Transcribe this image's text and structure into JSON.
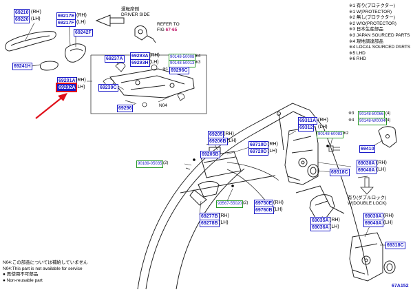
{
  "legend": [
    "※1 有り(プロテクター)",
    "※1 W(PROTECTOR)",
    "※2 無し(プロテクター)",
    "※2 W/O(PROTECTOR)",
    "※3 日本生産部品",
    "※3 JAPAN SOURCED PARTS",
    "※4 現地調達部品",
    "※4 LOCAL SOURCED PARTS",
    "※5 LHD",
    "※6 RHD"
  ],
  "driver_side": {
    "jp": "運転席側",
    "en": "DRIVER SIDE",
    "refer": "REFER TO",
    "fig_prefix": "FIG",
    "fig_ref": "67-65"
  },
  "parts": {
    "p69210": "69210",
    "p69210_sfx": "(RH)",
    "p69220": "69220",
    "p69220_sfx": "(LH)",
    "p69217E": "69217E",
    "p69217E_sfx": "(RH)",
    "p69217F": "69217F",
    "p69217F_sfx": "(LH)",
    "p69242F": "69242F",
    "p69241H": "69241H",
    "p69201A": "69201A",
    "p69201A_sfx": "(RH)",
    "p69202A": "69202A",
    "p69202A_sfx": "(LH)",
    "p69237A": "69237A",
    "p69293A": "69293A",
    "p69293A_sfx": "(RH)",
    "p69293H": "69293H",
    "p69293H_sfx": "(LH)",
    "p90148_500M": "90148-50008",
    "p90148_500M_sfx": "※4",
    "p90148_500N": "90148-50013",
    "p90148_500N_sfx": "※3",
    "p69296C_mark": "※1",
    "p69296C": "69296C",
    "p69239C": "69239C",
    "p69296": "69296",
    "n04_mark": "N04",
    "p69311A": "69311A",
    "p69311A_sfx": "(RH)",
    "p69312": "69312",
    "p69312_sfx": "(LH)",
    "p90148_600K": "90148-60083",
    "p90148_600K_sfx": "※2",
    "p90148_800_mark": "※3",
    "p90148_800": "90148-80066",
    "p90148_800_sfx": "(4)",
    "p90148_W00_mark": "※4",
    "p90148_W00": "90148-W0004",
    "p90148_W00_sfx": "(4)",
    "p69410": "69410",
    "p69205": "69205",
    "p69205_sfx": "(RH)",
    "p69206B": "69206B",
    "p69206B_sfx": "(LH)",
    "p69710D": "69710D",
    "p69710D_sfx": "(RH)",
    "p69720D": "69720D",
    "p69720D_sfx": "(LH)",
    "p69030A": "69030A",
    "p69030A_sfx": "(RH)",
    "p69040A": "69040A",
    "p69040A_sfx": "(LH)",
    "p69318C_a": "69318C",
    "p90189_050": "90189-05035",
    "p90189_050_sfx": "(2)",
    "p69205B": "69205B",
    "p93567_550": "93567-55020",
    "p93567_550_sfx": "(2)",
    "p69750E": "69750E",
    "p69750E_sfx": "(RH)",
    "p69760B": "69760B",
    "p69760B_sfx": "(LH)",
    "p69277B": "69277B",
    "p69277B_sfx": "(RH)",
    "p69278B": "69278B",
    "p69278B_sfx": "(LH)",
    "p69035A": "69035A",
    "p69035A_sfx": "(RH)",
    "p69036A": "69036A",
    "p69036A_sfx": "(LH)",
    "double_lock_jp": "有り(ダブルロック)",
    "double_lock_en": "W(DOUBLE LOCK)",
    "p69030A_b": "69030A",
    "p69030A_b_sfx": "(RH)",
    "p69040A_b": "69040A",
    "p69040A_b_sfx": "(LH)",
    "p69318C_b": "69318C"
  },
  "notes": [
    "N04:この部品については補給していません",
    "N04:This part is not available for service",
    "● 再使用不可部品",
    "● Non-reusable part"
  ],
  "page_code": "67A152",
  "colors": {
    "label_border": "#1a1ac8",
    "label_text": "#1a1ac8",
    "alt_label_border": "#2a9a2a",
    "highlight": "#e0101a",
    "fig_ref": "#c0186a"
  }
}
